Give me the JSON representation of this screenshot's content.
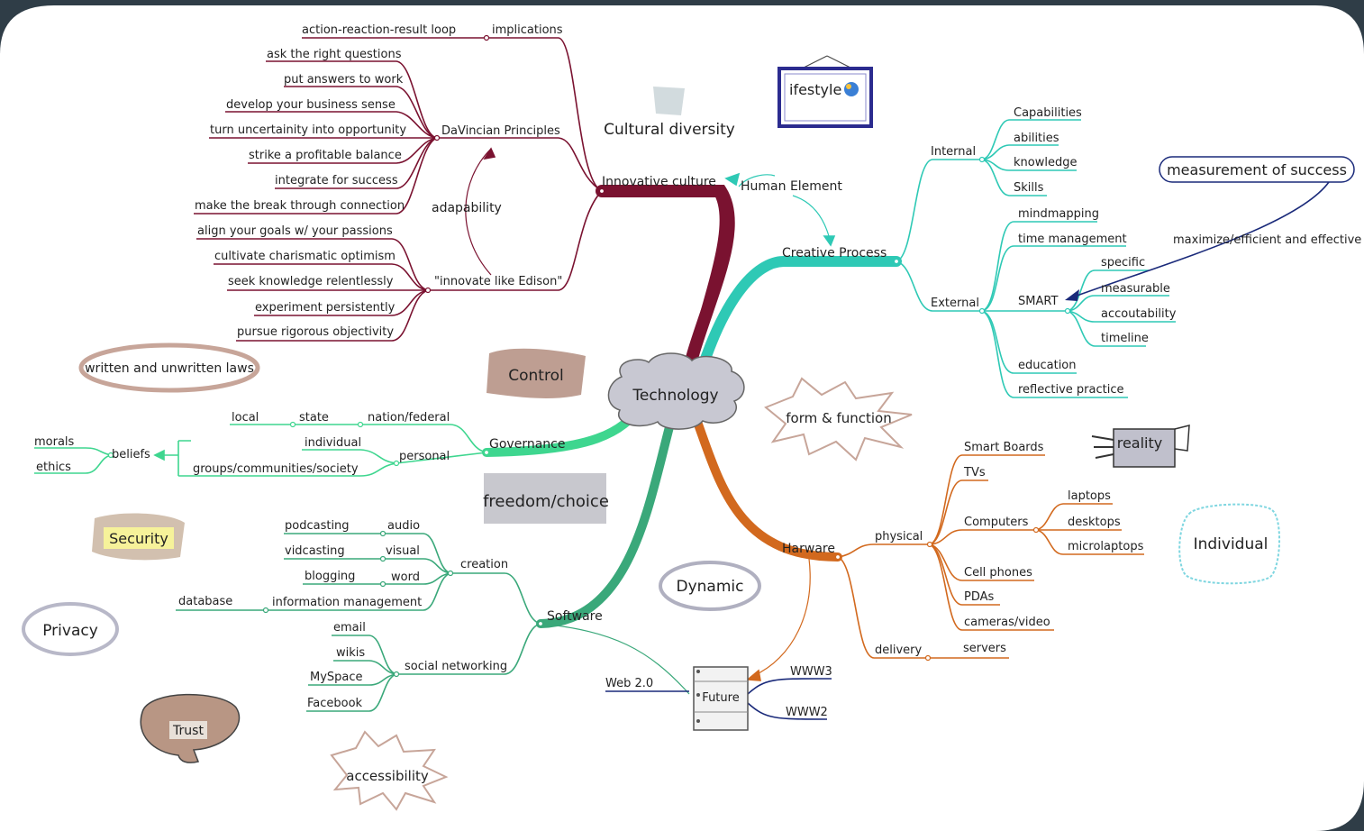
{
  "center": "Technology",
  "colors": {
    "innovative": "#7a1230",
    "creative": "#2ec9b5",
    "governance": "#3ed68f",
    "software": "#3aa87a",
    "hardware": "#d2691e",
    "arrow": "#1a2a7a",
    "frame_bg": "#2f3d47"
  },
  "branches": {
    "innovative_culture": {
      "label": "Innovative culture",
      "implications": {
        "label": "implications",
        "items": [
          "action-reaction-result loop"
        ]
      },
      "davincian": {
        "label": "DaVincian Principles",
        "items": [
          "ask the right questions",
          "put answers to work",
          "develop your business sense",
          "turn uncertainity into opportunity",
          "strike a profitable balance",
          "integrate for success",
          "make the break through connection"
        ]
      },
      "edison": {
        "label": "\"innovate like Edison\"",
        "items": [
          "align your goals w/ your passions",
          "cultivate charismatic optimism",
          "seek knowledge relentlessly",
          "experiment persistently",
          "pursue rigorous objectivity"
        ]
      },
      "adapability": "adapability"
    },
    "creative_process": {
      "label": "Creative Process",
      "human_element": "Human Element",
      "internal": {
        "label": "Internal",
        "items": [
          "Capabilities",
          "abilities",
          "knowledge",
          "Skills"
        ]
      },
      "external": {
        "label": "External",
        "items": [
          "mindmapping",
          "time management",
          "education",
          "reflective practice"
        ],
        "smart": {
          "label": "SMART",
          "items": [
            "specific",
            "measurable",
            "accoutability",
            "timeline"
          ]
        }
      },
      "maximize": "maximize/efficient and effective",
      "measurement": "measurement of success"
    },
    "governance": {
      "label": "Governance",
      "top_chain": [
        "local",
        "state",
        "nation/federal"
      ],
      "personal": {
        "label": "personal",
        "items": [
          "individual",
          "groups/communities/society"
        ]
      },
      "beliefs": {
        "label": "beliefs",
        "items": [
          "morals",
          "ethics"
        ]
      }
    },
    "software": {
      "label": "Software",
      "creation": {
        "label": "creation",
        "items": [
          {
            "label": "audio",
            "leaf": "podcasting"
          },
          {
            "label": "visual",
            "leaf": "vidcasting"
          },
          {
            "label": "word",
            "leaf": "blogging"
          },
          {
            "label": "information management",
            "leaf": "database"
          }
        ]
      },
      "social": {
        "label": "social networking",
        "items": [
          "email",
          "wikis",
          "MySpace",
          "Facebook"
        ]
      },
      "web20": "Web 2.0"
    },
    "hardware": {
      "label": "Harware",
      "physical": {
        "label": "physical",
        "items": [
          "Smart Boards",
          "TVs",
          "Computers",
          "Cell phones",
          "PDAs",
          "cameras/video"
        ],
        "computers": [
          "laptops",
          "desktops",
          "microlaptops"
        ]
      },
      "delivery": {
        "label": "delivery",
        "items": [
          "servers"
        ]
      }
    },
    "future": {
      "label": "Future",
      "items": [
        "WWW3",
        "WWW2"
      ]
    }
  },
  "floating": {
    "cultural_diversity": "Cultural diversity",
    "lifestyle": "ifestyle",
    "laws": "written and unwritten laws",
    "control": "Control",
    "form_function": "form & function",
    "reality": "reality",
    "freedom": "freedom/choice",
    "security": "Security",
    "individual": "Individual",
    "dynamic": "Dynamic",
    "privacy": "Privacy",
    "trust": "Trust",
    "accessibility": "accessibility"
  }
}
